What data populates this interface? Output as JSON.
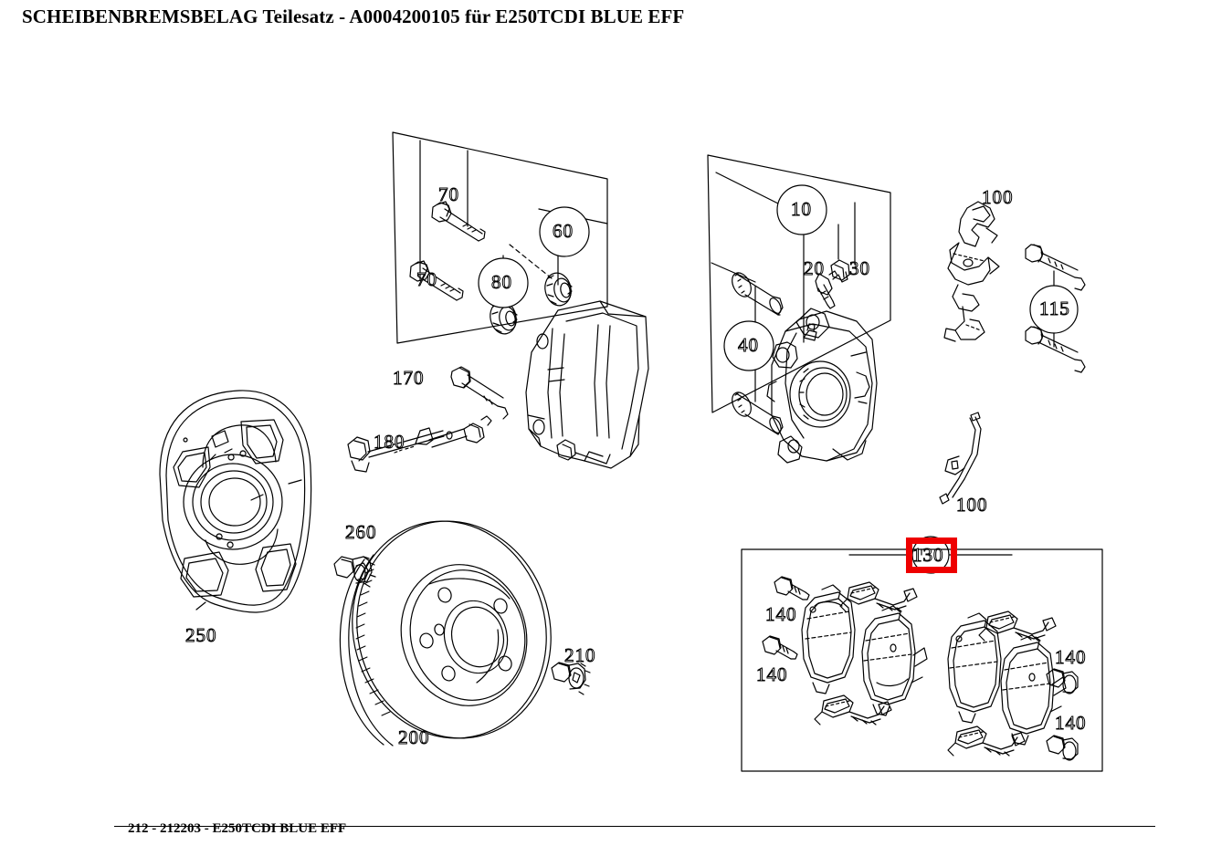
{
  "document": {
    "title": "SCHEIBENBREMSBELAG Teilesatz - A0004200105 für E250TCDI BLUE EFF",
    "footer": "212 - 212203 - E250TCDI BLUE EFF",
    "page_background": "#ffffff",
    "line_color": "#000000",
    "highlight_color": "#ee0000"
  },
  "highlight": {
    "label": "130",
    "name": "brake-pad-set-callout",
    "color": "#ee0000"
  },
  "callouts": [
    {
      "id": "c10",
      "label": "10",
      "type": "bubble",
      "name": "callout-10-guide-pin-sleeve"
    },
    {
      "id": "c20",
      "label": "20",
      "type": "plain",
      "name": "callout-20-bleeder-valve"
    },
    {
      "id": "c30",
      "label": "30",
      "type": "plain",
      "name": "callout-30-bleeder-cap"
    },
    {
      "id": "c40",
      "label": "40",
      "type": "bubble",
      "name": "callout-40-guide-pin-sleeve"
    },
    {
      "id": "c60",
      "label": "60",
      "type": "bubble",
      "name": "callout-60-guide-bushing"
    },
    {
      "id": "c70a",
      "label": "70",
      "type": "plain",
      "name": "callout-70-guide-bolt-upper"
    },
    {
      "id": "c70b",
      "label": "70",
      "type": "plain",
      "name": "callout-70-guide-bolt-lower"
    },
    {
      "id": "c80",
      "label": "80",
      "type": "bubble",
      "name": "callout-80-guide-bushing"
    },
    {
      "id": "c100a",
      "label": "100",
      "type": "plain",
      "name": "callout-100-retaining-spring"
    },
    {
      "id": "c100b",
      "label": "100",
      "type": "plain",
      "name": "callout-100-retaining-clip"
    },
    {
      "id": "c115",
      "label": "115",
      "type": "bubble",
      "name": "callout-115-guide-pin"
    },
    {
      "id": "c130",
      "label": "130",
      "type": "bubble",
      "name": "callout-130-brake-pad-set"
    },
    {
      "id": "c140a",
      "label": "140",
      "type": "plain",
      "name": "callout-140-bolt-1"
    },
    {
      "id": "c140b",
      "label": "140",
      "type": "plain",
      "name": "callout-140-bolt-2"
    },
    {
      "id": "c140c",
      "label": "140",
      "type": "plain",
      "name": "callout-140-bolt-3"
    },
    {
      "id": "c140d",
      "label": "140",
      "type": "plain",
      "name": "callout-140-bolt-4"
    },
    {
      "id": "c170",
      "label": "170",
      "type": "plain",
      "name": "callout-170-bolt"
    },
    {
      "id": "c180",
      "label": "180",
      "type": "plain",
      "name": "callout-180-wear-sensor"
    },
    {
      "id": "c200",
      "label": "200",
      "type": "plain",
      "name": "callout-200-brake-disc"
    },
    {
      "id": "c210",
      "label": "210",
      "type": "plain",
      "name": "callout-210-disc-screw"
    },
    {
      "id": "c250",
      "label": "250",
      "type": "plain",
      "name": "callout-250-splash-shield"
    },
    {
      "id": "c260",
      "label": "260",
      "type": "plain",
      "name": "callout-260-hub-bolt"
    }
  ],
  "groups": [
    {
      "name": "guide-bolt-group-box",
      "shape": "parallelogram"
    },
    {
      "name": "caliper-seal-group-box",
      "shape": "parallelogram"
    },
    {
      "name": "brake-pad-set-box",
      "shape": "rectangle"
    }
  ]
}
